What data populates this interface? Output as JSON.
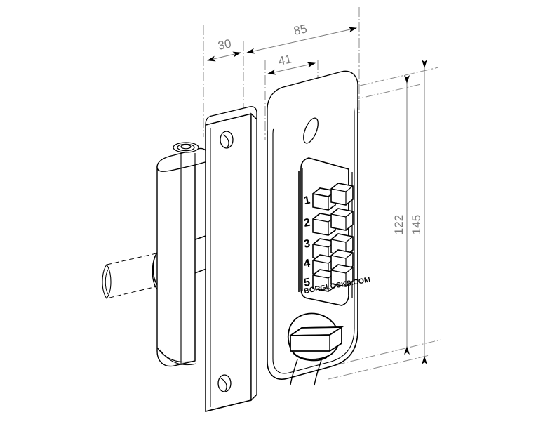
{
  "drawing": {
    "title": "Digital Keypad Door Lock Technical Drawing",
    "type": "isometric-engineering-drawing",
    "background_color": "#ffffff",
    "line_color": "#000000",
    "dimension_color": "#7a7a7a",
    "brand": "BORGLOCKS.COM"
  },
  "dimensions": {
    "horizontal": [
      {
        "id": "dim-30",
        "value": "30",
        "label": "30"
      },
      {
        "id": "dim-41",
        "value": "41",
        "label": "41"
      },
      {
        "id": "dim-85",
        "value": "85",
        "label": "85"
      }
    ],
    "vertical": [
      {
        "id": "dim-122",
        "value": "122",
        "label": "122"
      },
      {
        "id": "dim-145",
        "value": "145",
        "label": "145"
      }
    ]
  },
  "keypad": {
    "rows": [
      {
        "number": "1"
      },
      {
        "number": "2"
      },
      {
        "number": "3"
      },
      {
        "number": "4"
      },
      {
        "number": "5"
      }
    ],
    "buttons_per_row": 2,
    "branding": "BORGLOCKS.COM"
  },
  "components": {
    "backplate": "mounting-backplate",
    "keypad_housing": "keypad-housing",
    "handle": "lever-handle",
    "thumbturn": "thumb-turn-knob",
    "screw_top": "screw-hole-top",
    "screw_bottom": "screw-hole-bottom",
    "keyway": "keyway-slot"
  }
}
